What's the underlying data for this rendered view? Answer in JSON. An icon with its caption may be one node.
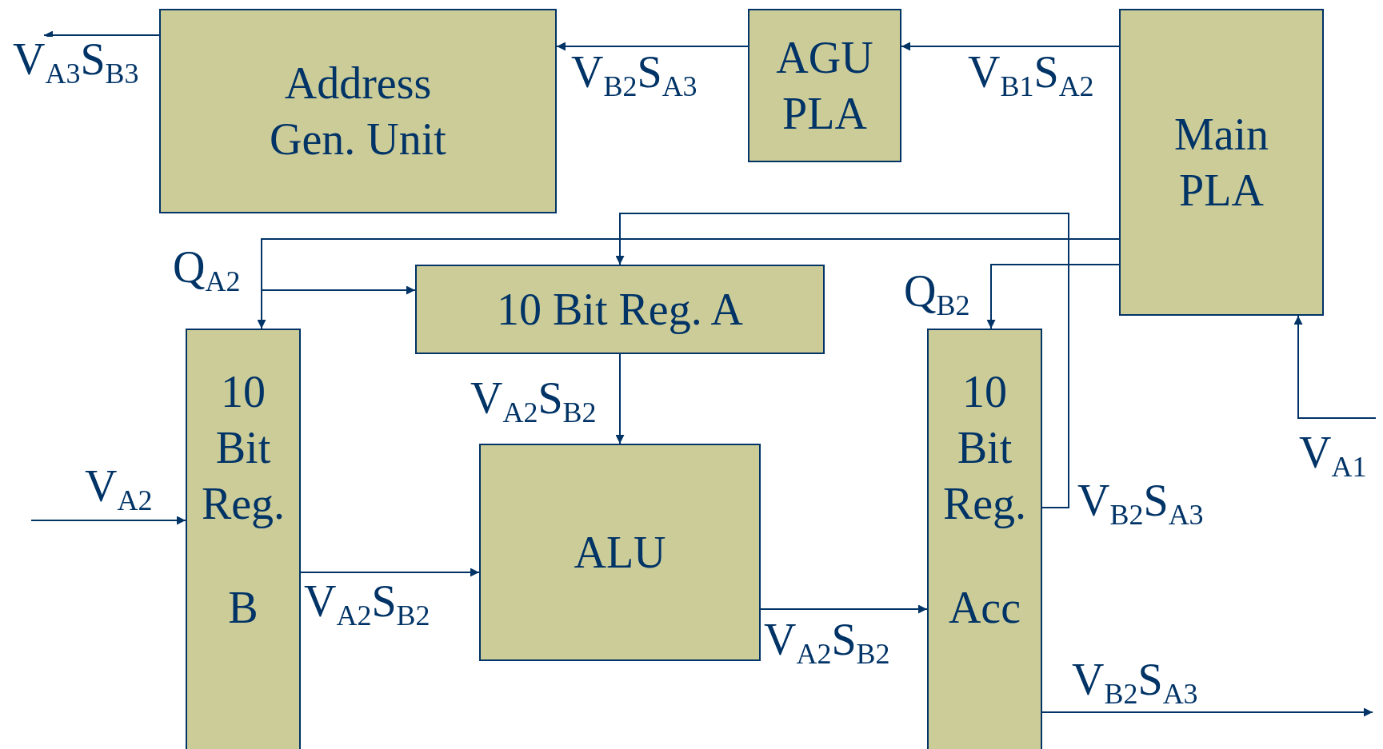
{
  "diagram": {
    "nodes": [
      {
        "text": [
          "Address Gen. Unit"
        ]
      },
      {
        "text": [
          "AGU PLA"
        ]
      },
      {
        "text": [
          "Main PLA"
        ]
      },
      {
        "text": [
          "10 Bit Reg. A"
        ]
      },
      {
        "text": [
          "10 Bit Reg.",
          "B"
        ]
      },
      {
        "text": [
          "ALU"
        ]
      },
      {
        "text": [
          "10 Bit Reg.",
          "Acc"
        ]
      }
    ],
    "edges": [
      {
        "from": 0,
        "to": null,
        "arrow": "to",
        "label": "V$_{A3}$S$_{B3}$"
      },
      {
        "from": 1,
        "to": 0,
        "arrow": "to",
        "label": "V$_{B2}$S$_{A3}$"
      },
      {
        "from": 2,
        "to": 1,
        "arrow": "to",
        "label": "V$_{B1}$S$_{A2}$"
      },
      {
        "from": 2,
        "to": 4,
        "arrow": "to",
        "label": "Q$_{A2}$"
      },
      {
        "from": 2,
        "to": 3,
        "arrow": "to"
      },
      {
        "from": 2,
        "to": 6,
        "arrow": "to",
        "label": "Q$_{B2}$"
      },
      {
        "from": 6,
        "to": 3,
        "arrow": "to",
        "label": "V$_{B2}$S$_{A3}$"
      },
      {
        "from": null,
        "to": 4,
        "arrow": "to",
        "label": "V$_{A2}$"
      },
      {
        "from": 4,
        "to": 5,
        "arrow": "to",
        "label": "V$_{A2}$S$_{B2}$"
      },
      {
        "from": 3,
        "to": 5,
        "arrow": "to",
        "label": "V$_{A2}$S$_{B2}$"
      },
      {
        "from": 5,
        "to": 6,
        "arrow": "to",
        "label": "V$_{A2}$S$_{B2}$"
      },
      {
        "from": 6,
        "to": null,
        "arrow": "to",
        "label": "V$_{B2}$S$_{A3}$"
      },
      {
        "from": null,
        "to": 2,
        "arrow": "to",
        "label": "V$_{A1}$"
      }
    ]
  }
}
